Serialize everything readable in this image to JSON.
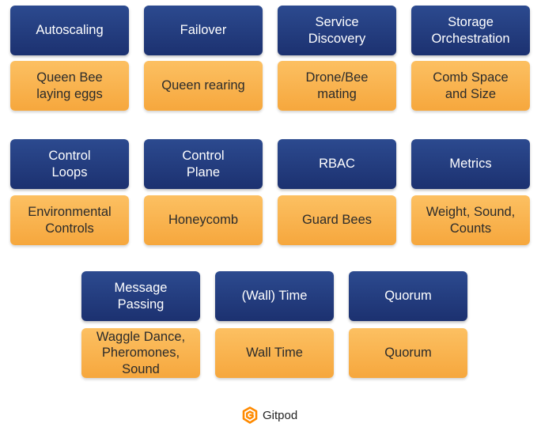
{
  "row1": [
    {
      "k8s": "Autoscaling",
      "bee": "Queen Bee\nlaying eggs"
    },
    {
      "k8s": "Failover",
      "bee": "Queen rearing"
    },
    {
      "k8s": "Service\nDiscovery",
      "bee": "Drone/Bee\nmating"
    },
    {
      "k8s": "Storage\nOrchestration",
      "bee": "Comb Space\nand Size"
    }
  ],
  "row2": [
    {
      "k8s": "Control\nLoops",
      "bee": "Environmental\nControls"
    },
    {
      "k8s": "Control\nPlane",
      "bee": "Honeycomb"
    },
    {
      "k8s": "RBAC",
      "bee": "Guard Bees"
    },
    {
      "k8s": "Metrics",
      "bee": "Weight, Sound,\nCounts"
    }
  ],
  "row3": [
    {
      "k8s": "Message\nPassing",
      "bee": "Waggle Dance,\nPheromones,\nSound"
    },
    {
      "k8s": "(Wall) Time",
      "bee": "Wall Time"
    },
    {
      "k8s": "Quorum",
      "bee": "Quorum"
    }
  ],
  "brand": {
    "name": "Gitpod",
    "icon": "gitpod-logo-icon",
    "color": "#ff8a00"
  },
  "colors": {
    "blue": "#253f80",
    "orange": "#f9b24e"
  }
}
